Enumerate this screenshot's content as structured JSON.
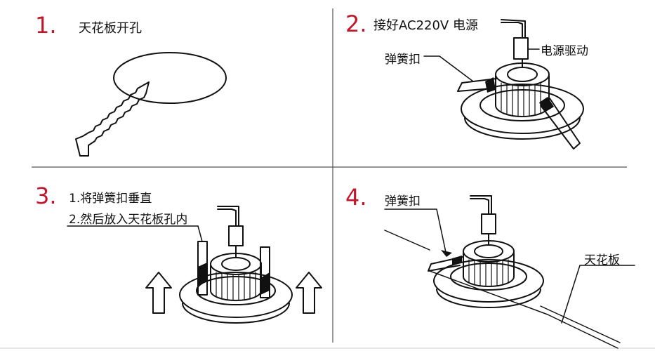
{
  "steps": [
    {
      "number": "1.",
      "lines": [
        "天花板开孔"
      ]
    },
    {
      "number": "2.",
      "lines": [
        "接好AC220V 电源"
      ],
      "callouts": {
        "driver": "电源驱动",
        "spring_clip": "弹簧扣"
      }
    },
    {
      "number": "3.",
      "lines": [
        "1.将弹簧扣垂直",
        "2.然后放入天花板孔内"
      ]
    },
    {
      "number": "4.",
      "callouts": {
        "spring_clip": "弹簧扣",
        "ceiling": "天花板"
      }
    }
  ],
  "colors": {
    "step_number": "#c0182a",
    "line_art": "#111111",
    "divider": "#555555"
  }
}
